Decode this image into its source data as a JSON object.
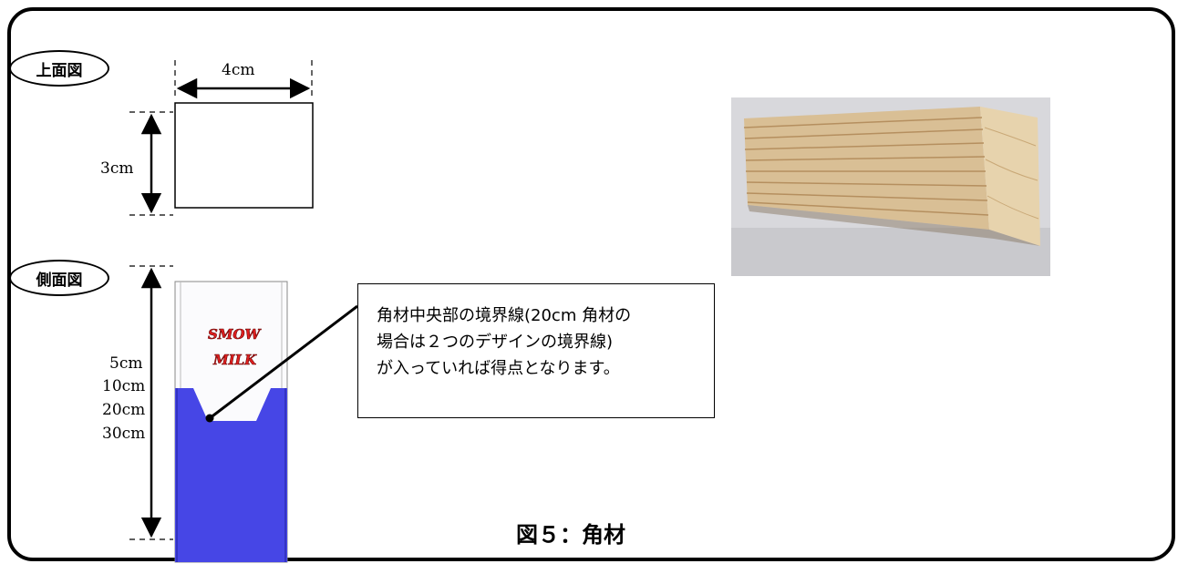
{
  "top_view": {
    "label": "上面図",
    "width_label": "4cm",
    "height_label": "3cm"
  },
  "side_view": {
    "label": "側面図",
    "heights": [
      "5cm",
      "10cm",
      "20cm",
      "30cm"
    ],
    "box_text_line1": "SMOW",
    "box_text_line2": "MILK"
  },
  "callout": {
    "lines": [
      "角材中央部の境界線(20cm 角材の",
      "場合は２つのデザインの境界線)",
      "が入っていれば得点となります。"
    ]
  },
  "caption": "図５：角材",
  "colors": {
    "milk_blue": "#4646e6",
    "wood_light": "#dcc7a3",
    "wood_dark": "#b99a72"
  },
  "icons": {
    "photo": "wooden-block-photo"
  }
}
